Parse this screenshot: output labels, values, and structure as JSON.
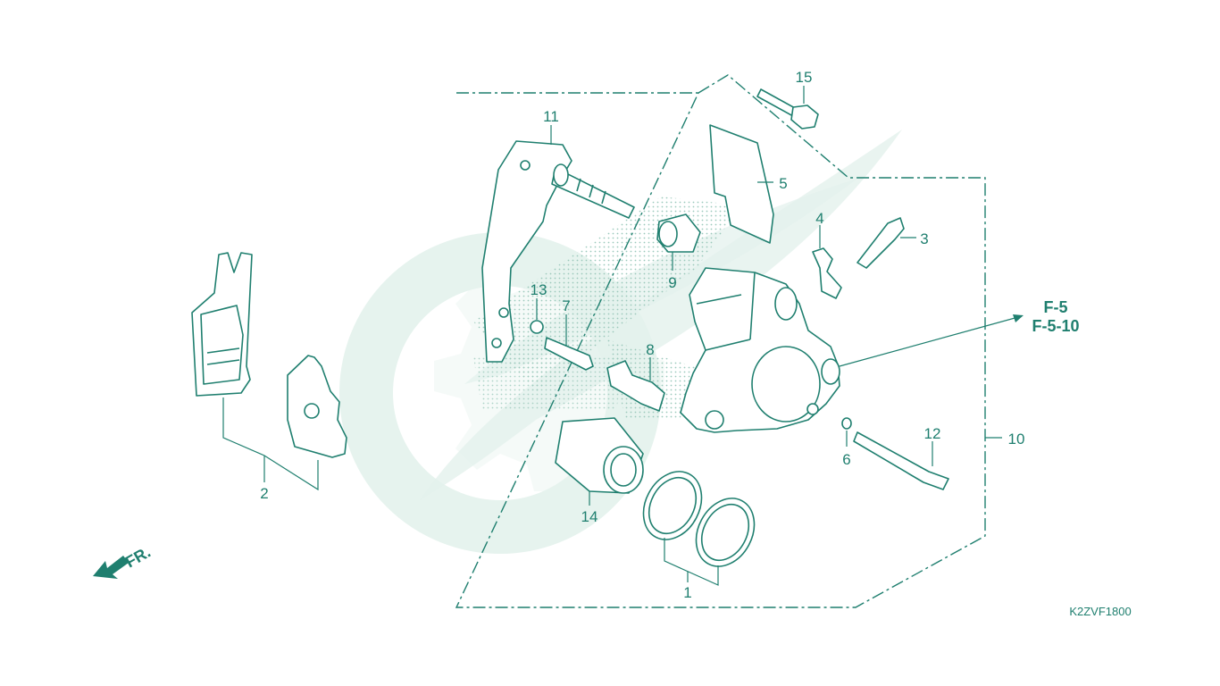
{
  "colors": {
    "line": "#1f7f6f",
    "watermark": "#e3f1ec",
    "background": "#ffffff"
  },
  "parts": [
    {
      "id": "1",
      "label": "1"
    },
    {
      "id": "2",
      "label": "2"
    },
    {
      "id": "3",
      "label": "3"
    },
    {
      "id": "4",
      "label": "4"
    },
    {
      "id": "5",
      "label": "5"
    },
    {
      "id": "6",
      "label": "6"
    },
    {
      "id": "7",
      "label": "7"
    },
    {
      "id": "8",
      "label": "8"
    },
    {
      "id": "9",
      "label": "9"
    },
    {
      "id": "10",
      "label": "10"
    },
    {
      "id": "11",
      "label": "11"
    },
    {
      "id": "12",
      "label": "12"
    },
    {
      "id": "13",
      "label": "13"
    },
    {
      "id": "14",
      "label": "14"
    },
    {
      "id": "15",
      "label": "15"
    }
  ],
  "references": {
    "ref1": "F-5",
    "ref2": "F-5-10"
  },
  "direction": {
    "label": "FR.",
    "icon": "front-arrow-icon"
  },
  "diagram_code": "K2ZVF1800"
}
